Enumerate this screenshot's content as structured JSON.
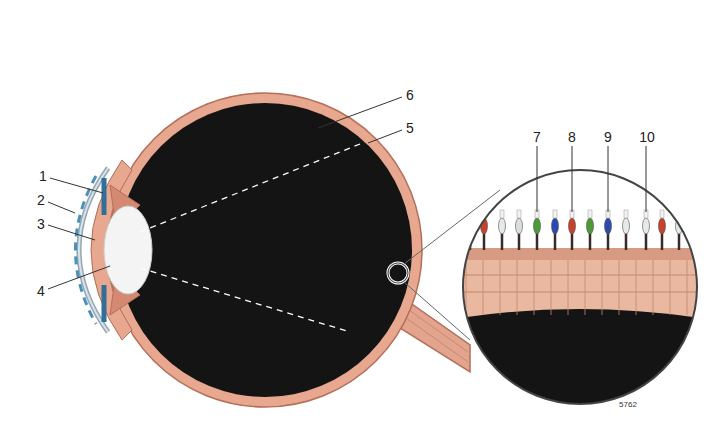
{
  "diagram": {
    "labels": [
      "1",
      "2",
      "3",
      "4",
      "5",
      "6",
      "7",
      "8",
      "9",
      "10",
      "5762"
    ]
  }
}
